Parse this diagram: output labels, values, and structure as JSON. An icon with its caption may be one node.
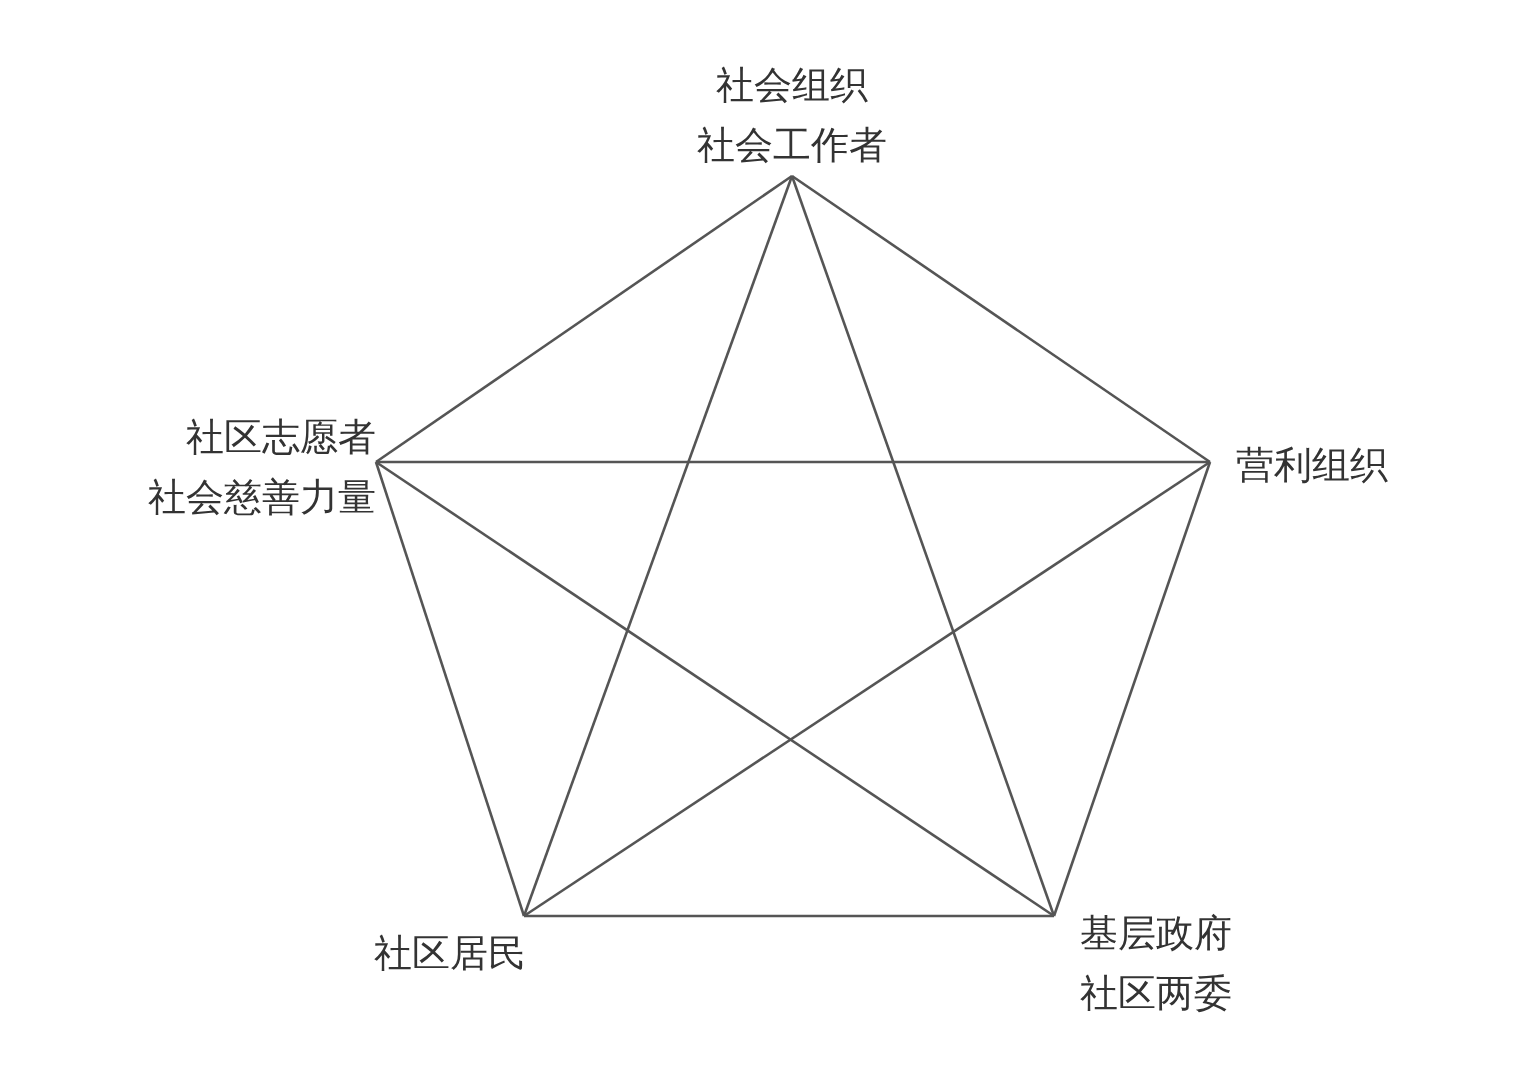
{
  "diagram": {
    "nodes": [
      {
        "text": [
          "社会组织",
          "社会工作者"
        ]
      },
      {
        "text": [
          "营利组织"
        ]
      },
      {
        "text": [
          "基层政府",
          "社区两委"
        ]
      },
      {
        "text": [
          "社区居民"
        ]
      },
      {
        "text": [
          "社区志愿者",
          "社会慈善力量"
        ]
      }
    ],
    "edges": [
      {
        "from": 0,
        "to": 1,
        "arrow": "none"
      },
      {
        "from": 1,
        "to": 2,
        "arrow": "none"
      },
      {
        "from": 2,
        "to": 3,
        "arrow": "none"
      },
      {
        "from": 3,
        "to": 4,
        "arrow": "none"
      },
      {
        "from": 4,
        "to": 0,
        "arrow": "none"
      },
      {
        "from": 0,
        "to": 2,
        "arrow": "none"
      },
      {
        "from": 0,
        "to": 3,
        "arrow": "none"
      },
      {
        "from": 1,
        "to": 3,
        "arrow": "none"
      },
      {
        "from": 1,
        "to": 4,
        "arrow": "none"
      },
      {
        "from": 4,
        "to": 2,
        "arrow": "none"
      }
    ]
  }
}
